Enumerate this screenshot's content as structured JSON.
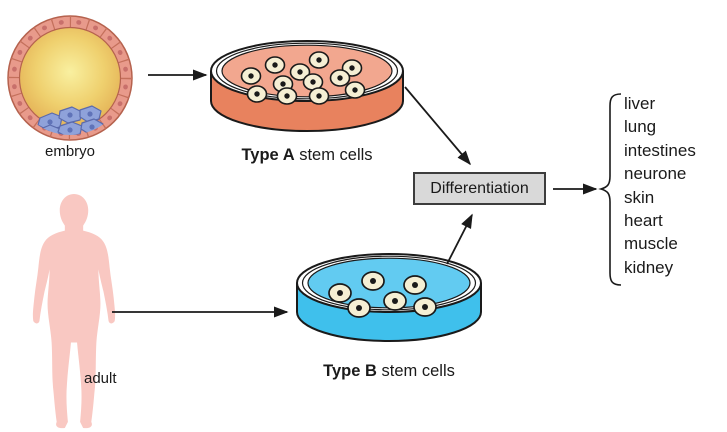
{
  "labels": {
    "embryo": "embryo",
    "adult": "adult",
    "type_a_bold": "Type A",
    "type_a_rest": " stem cells",
    "type_b_bold": "Type B",
    "type_b_rest": " stem cells",
    "differentiation": "Differentiation"
  },
  "outcomes": [
    "liver",
    "lung",
    "intestines",
    "neurone",
    "skin",
    "heart",
    "muscle",
    "kidney"
  ],
  "counts": {
    "type_a_cells": 12,
    "type_b_cells": 6
  },
  "colors": {
    "embryo_ring": "#E89A8B",
    "embryo_ring_line": "#B5624E",
    "embryo_core_center": "#F9F0A0",
    "embryo_core_edge": "#E2AC52",
    "inner_mass_blue": "#8FA2DA",
    "adult_silhouette": "#F9C8C2",
    "dish_a_top": "#F2A78F",
    "dish_a_side": "#E8825E",
    "dish_b_top": "#62CBF1",
    "dish_b_side": "#3FC0EC",
    "cell_fill": "#F5EFD4",
    "differentiation_box_fill": "#D9D9D9",
    "line_color": "#1A1A1A"
  }
}
